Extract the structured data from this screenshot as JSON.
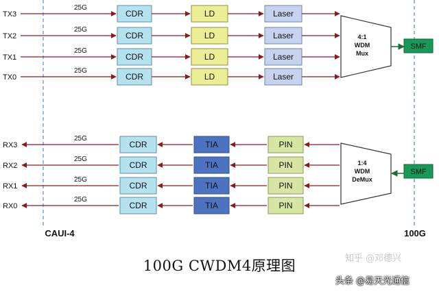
{
  "colors": {
    "arrow": "#8b1a1a",
    "cdr_fill": "#b4e2ef",
    "ld_fill": "#ecee96",
    "laser_fill": "#c5d3ee",
    "tia_fill": "#4d72bf",
    "pin_fill": "#d7e6a4",
    "smf_fill": "#179a57",
    "dashed": "#4a8fd0"
  },
  "tx": {
    "lanes": [
      "TX3",
      "TX2",
      "TX1",
      "TX0"
    ],
    "rate_label": "25G",
    "cdr_label": "CDR",
    "ld_label": "LD",
    "laser_label": "Laser",
    "mux_lines": [
      "4:1",
      "WDM",
      "Mux"
    ],
    "smf_label": "SMF"
  },
  "rx": {
    "lanes": [
      "RX3",
      "RX2",
      "RX1",
      "RX0"
    ],
    "rate_label": "25G",
    "cdr_label": "CDR",
    "tia_label": "TIA",
    "pin_label": "PIN",
    "demux_lines": [
      "1:4",
      "WDM",
      "DeMux"
    ],
    "smf_label": "SMF"
  },
  "interfaces": {
    "left": "CAUI-4",
    "right": "100G"
  },
  "caption": "100G CWDM4原理图",
  "watermarks": {
    "top": "知乎 @邓德兴",
    "bottom": "头条 @易天光通信"
  }
}
